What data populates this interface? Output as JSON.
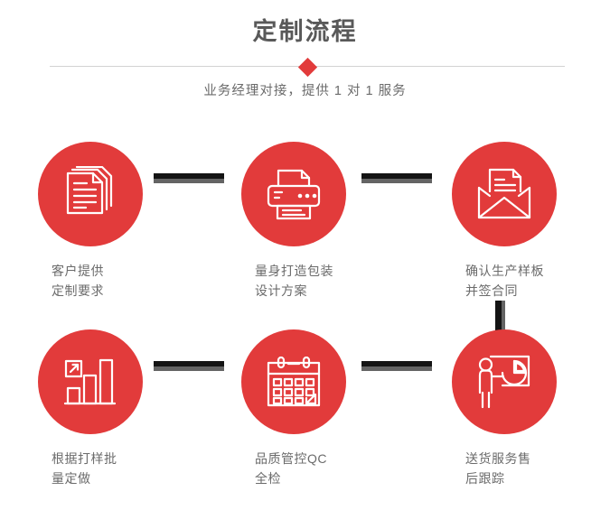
{
  "header": {
    "title": "定制流程",
    "subtitle": "业务经理对接，提供 1 对 1 服务",
    "divider_icon": "diamond-icon",
    "accent_color": "#e23b3b",
    "title_color": "#595959",
    "subtitle_color": "#6b6b6b",
    "divider_color": "#d2d2d2"
  },
  "steps": [
    {
      "index": "1",
      "icon": "documents-stack-icon",
      "label": "客户提供\n定制要求",
      "circle_color": "#e23b3b"
    },
    {
      "index": "2",
      "icon": "printer-icon",
      "label": "量身打造包装\n设计方案",
      "circle_color": "#e23b3b"
    },
    {
      "index": "3",
      "icon": "envelope-document-icon",
      "label": "确认生产样板\n并签合同",
      "circle_color": "#e23b3b"
    },
    {
      "index": "4",
      "icon": "bar-chart-growth-icon",
      "label": "根据打样批\n量定做",
      "circle_color": "#e23b3b"
    },
    {
      "index": "5",
      "icon": "calendar-check-icon",
      "label": "品质管控QC\n全检",
      "circle_color": "#e23b3b"
    },
    {
      "index": "6",
      "icon": "presenter-pie-chart-icon",
      "label": "送货服务售\n后跟踪",
      "circle_color": "#e23b3b"
    }
  ],
  "connectors": {
    "bar_color": "#141414",
    "shade_color": "#646464",
    "items": [
      {
        "name": "connector-step1-step2",
        "orientation": "horizontal"
      },
      {
        "name": "connector-step2-step3",
        "orientation": "horizontal"
      },
      {
        "name": "connector-step3-step6",
        "orientation": "vertical"
      },
      {
        "name": "connector-step4-step5",
        "orientation": "horizontal"
      },
      {
        "name": "connector-step5-step6",
        "orientation": "horizontal"
      }
    ]
  }
}
